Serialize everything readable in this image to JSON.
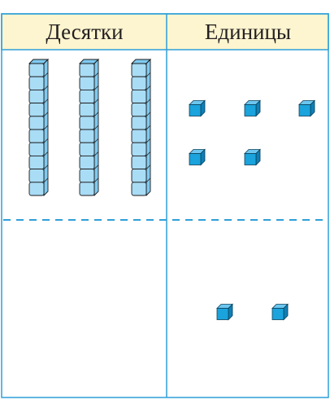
{
  "headers": {
    "tens": "Десятки",
    "ones": "Единицы"
  },
  "top_section": {
    "tens_rods": 3,
    "cubes_per_rod": 10,
    "unit_cubes": 5
  },
  "bottom_section": {
    "tens_rods": 0,
    "unit_cubes": 2
  },
  "colors": {
    "header_fill": "#fdf5cf",
    "frame": "#2e9fd8",
    "divider": "#2e9fd8",
    "rod_face": "#a9dcf5",
    "rod_side": "#7fcaf0",
    "rod_outline": "#1a1a1a",
    "cube_front": "#1aa3dc",
    "cube_top": "#6cc6ef",
    "cube_side": "#0f7fb5"
  }
}
